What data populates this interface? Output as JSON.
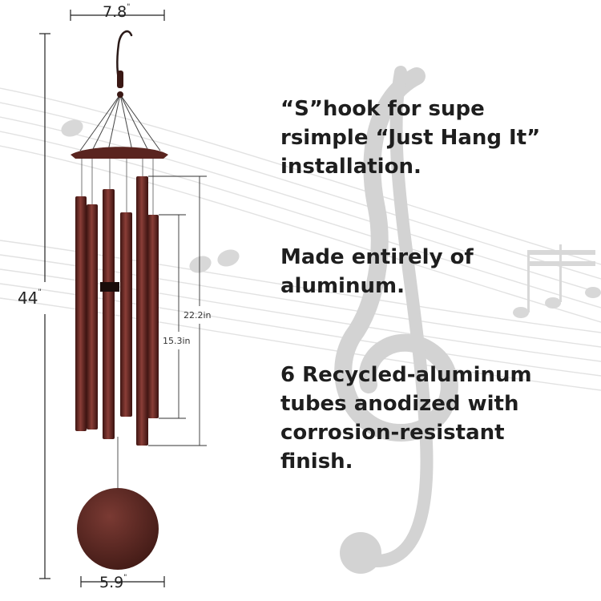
{
  "dimensions": {
    "top_width": "7.8",
    "bottom_width": "5.9",
    "overall_length": "44",
    "inch_mark": "\"",
    "longest_tube": "22.2in",
    "shortest_tube": "15.3in"
  },
  "features": [
    {
      "text": "“S”hook for supe\nrsimple “Just Hang It”\ninstallation."
    },
    {
      "text": "Made entirely of\naluminum."
    },
    {
      "text": "6 Recycled-aluminum\ntubes anodized with\ncorrosion-resistant\nfinish."
    }
  ],
  "colors": {
    "copper": "#6b2a24",
    "text": "#1e1e1e",
    "music_decoration": "#d9d9d9"
  }
}
